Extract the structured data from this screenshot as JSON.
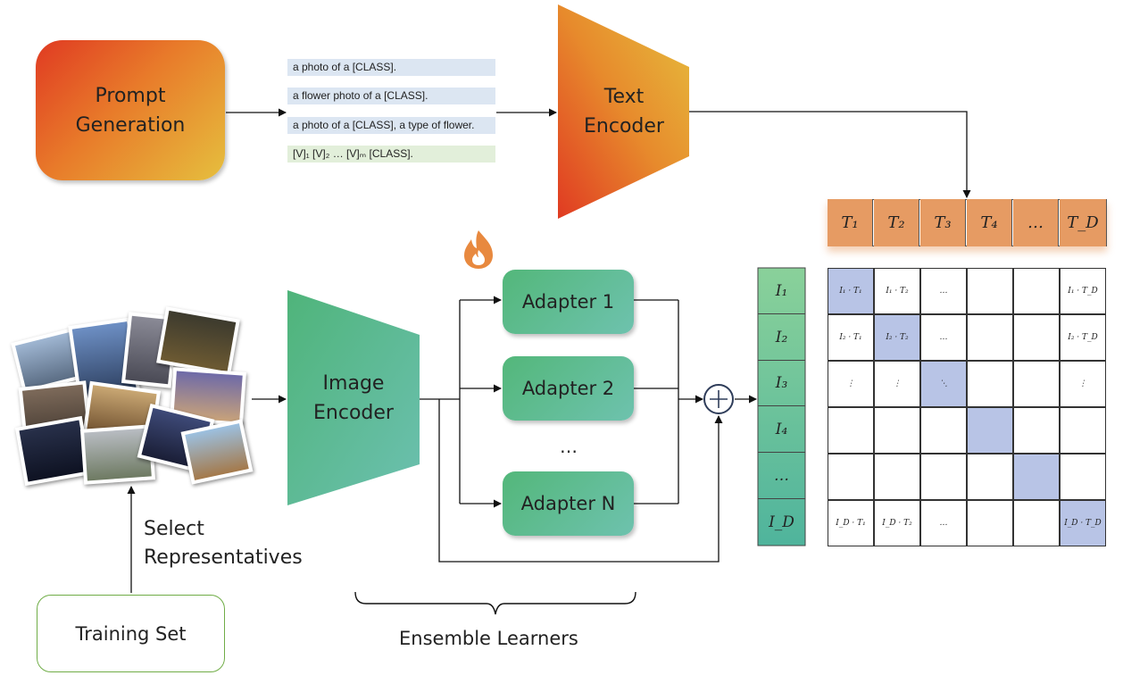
{
  "prompt_generation": {
    "line1": "Prompt",
    "line2": "Generation"
  },
  "prompts": [
    {
      "text": "a photo of a [CLASS]."
    },
    {
      "text": "a flower photo of a [CLASS]."
    },
    {
      "text": "a photo of a [CLASS], a type of flower."
    },
    {
      "text": "[V]₁ [V]₂ … [V]ₘ [CLASS]."
    }
  ],
  "text_encoder": {
    "line1": "Text",
    "line2": "Encoder"
  },
  "image_encoder": {
    "line1": "Image",
    "line2": "Encoder"
  },
  "adapters": [
    {
      "label": "Adapter 1"
    },
    {
      "label": "Adapter 2"
    },
    {
      "label": "Adapter N"
    }
  ],
  "adapter_ellipsis": "…",
  "text_features": [
    "T₁",
    "T₂",
    "T₃",
    "T₄",
    "…",
    "T_D"
  ],
  "image_features": [
    "I₁",
    "I₂",
    "I₃",
    "I₄",
    "…",
    "I_D"
  ],
  "similarity_matrix": {
    "rows": [
      [
        "I₁ · T₁",
        "I₁ · T₂",
        "…",
        "",
        "",
        "I₁ · T_D"
      ],
      [
        "I₂ · T₁",
        "I₂ · T₂",
        "…",
        "",
        "",
        "I₂ · T_D"
      ],
      [
        "⋮",
        "⋮",
        "⋱",
        "",
        "",
        "⋮"
      ],
      [
        "",
        "",
        "",
        "",
        "",
        ""
      ],
      [
        "",
        "",
        "",
        "",
        "",
        ""
      ],
      [
        "I_D · T₁",
        "I_D · T₂",
        "…",
        "",
        "",
        "I_D · T_D"
      ]
    ]
  },
  "select_representatives": {
    "line1": "Select",
    "line2": "Representatives"
  },
  "training_set": "Training Set",
  "ensemble_learners": "Ensemble Learners",
  "colors": {
    "diagonal": "#b8c4e6",
    "text_feature": "#e69b63",
    "adapter_green": "#53b77a",
    "training_border": "#70ad47"
  },
  "icons": [
    "fire-icon",
    "sum-icon"
  ]
}
